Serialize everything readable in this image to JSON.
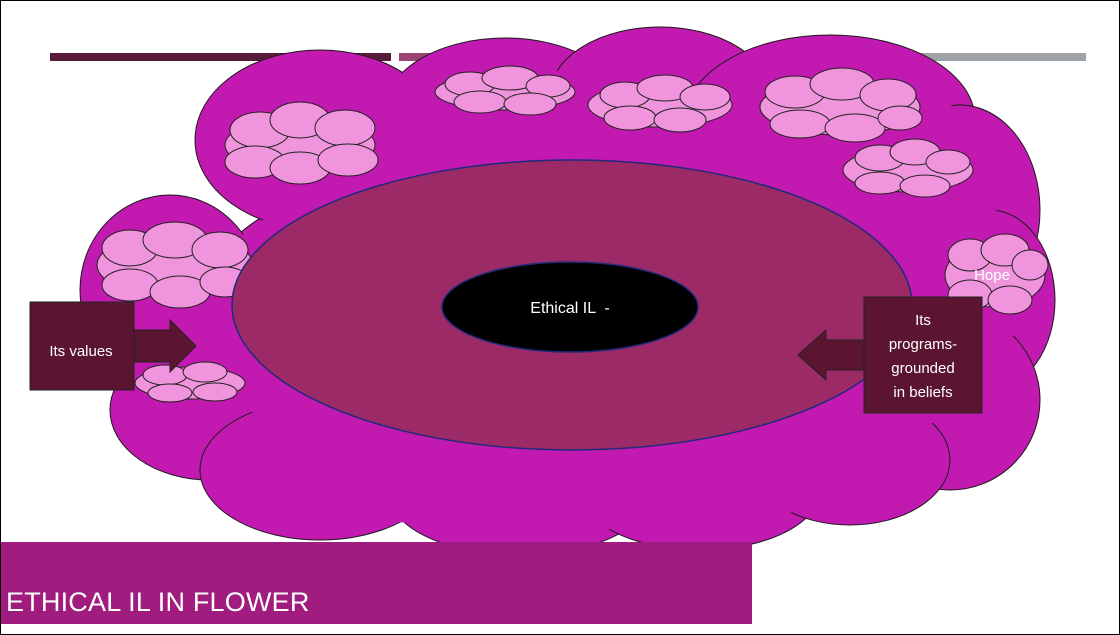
{
  "slide": {
    "title": "ETHICAL IL IN FLOWER",
    "colors": {
      "accent_dark": "#5a1a3a",
      "accent_mid": "#9a4574",
      "accent_gray": "#9ea3a8",
      "petal": "#c219b0",
      "cloud": "#f095dd",
      "ring": "#9b2a67",
      "core": "#000000",
      "label_box": "#5b1530",
      "title_bar": "#a01c7f"
    }
  },
  "diagram": {
    "core_label": "Ethical IL  -",
    "left_label": "Its values",
    "right_label_lines": [
      "Its",
      "programs-",
      "grounded",
      "in beliefs"
    ],
    "hope_label": "Hope"
  }
}
